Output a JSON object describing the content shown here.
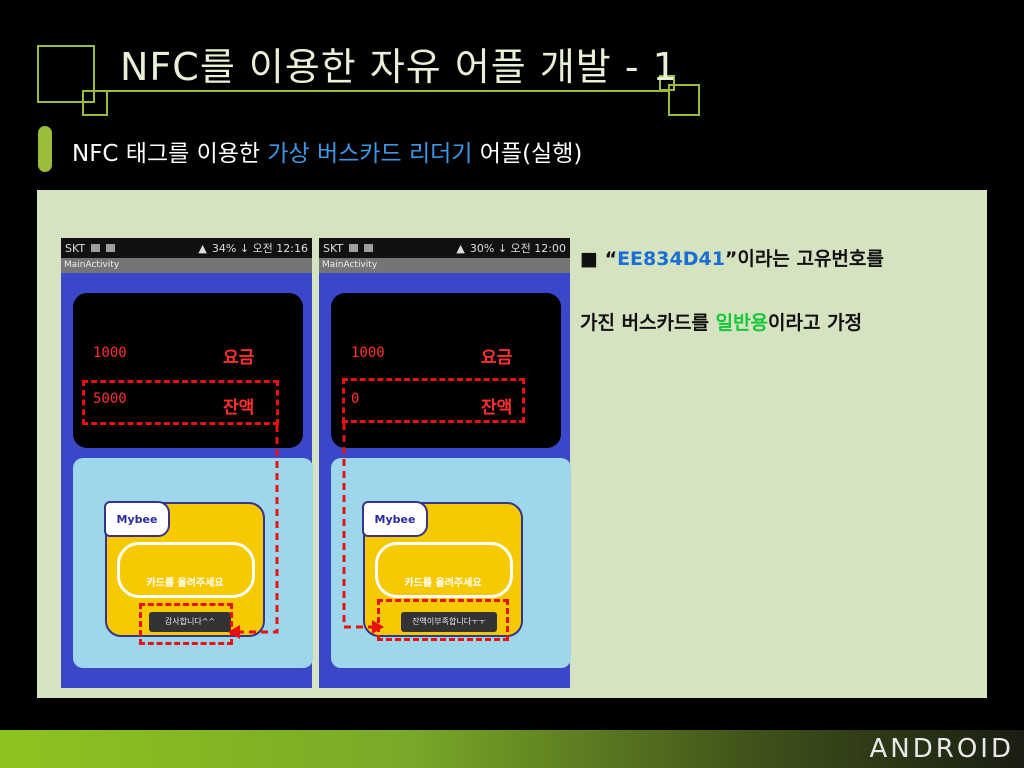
{
  "slide": {
    "title": "NFC를 이용한 자유 어플 개발 - 1",
    "subtitle_parts": [
      "NFC 태그를 이용한 ",
      "가상 버스카드 리더기",
      " 어플(실행)"
    ]
  },
  "phones": [
    {
      "status_left": "SKT",
      "status_right": "34% ↓ 오전 12:16",
      "app_title": "MainActivity",
      "fare_value": "1000",
      "fare_label": "요금",
      "balance_value": "5000",
      "balance_label": "잔액",
      "brand": "Mybee",
      "card_label": "카드를 올려주세요",
      "message": "감사합니다^^"
    },
    {
      "status_left": "SKT",
      "status_right": "30% ↓ 오전 12:00",
      "app_title": "MainActivity",
      "fare_value": "1000",
      "fare_label": "요금",
      "balance_value": "0",
      "balance_label": "잔액",
      "brand": "Mybee",
      "card_label": "카드를 올려주세요",
      "message": "잔액이부족합니다ㅜㅜ"
    }
  ],
  "description": {
    "bullet": "■",
    "line1_pre": "“",
    "card_id": "EE834D41",
    "line1_post": "”이라는 고유번호를",
    "line2_pre": "가진 버스카드를 ",
    "mode": "일반용",
    "line2_post": "이라고 가정"
  },
  "footer": {
    "logo": "ANDROID"
  },
  "colors": {
    "accent_green": "#9bbd3a",
    "highlight_blue": "#3d96e6",
    "annotation_red": "#e81010"
  }
}
